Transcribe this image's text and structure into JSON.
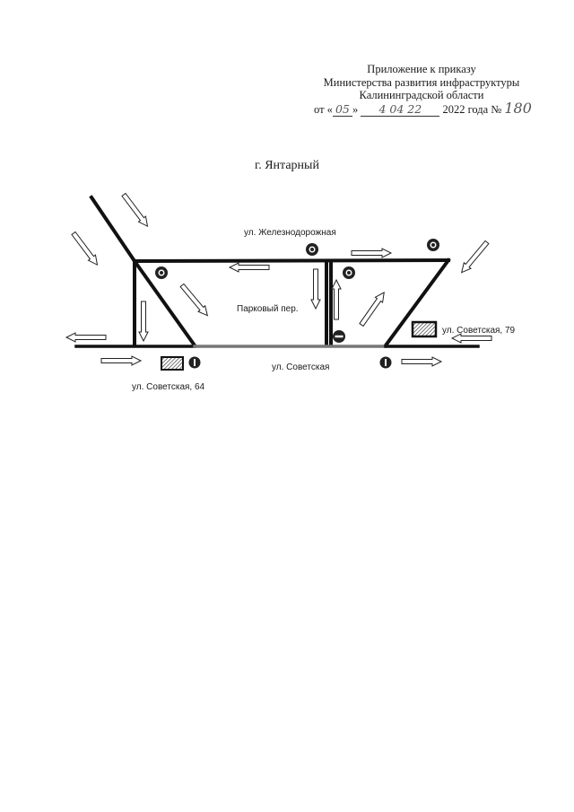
{
  "header": {
    "line1": "Приложение к приказу",
    "line2": "Министерства развития инфраструктуры",
    "line3": "Калининградской области",
    "order": {
      "prefix": "от «",
      "day": "05",
      "mid": "»",
      "month": "4 04 22",
      "year_text": "2022 года №",
      "number": "180"
    }
  },
  "title": "г. Янтарный",
  "labels": {
    "railway": "ул. Железнодорожная",
    "park": "Парковый пер.",
    "sovetskaya": "ул. Советская",
    "sovetskaya64": "ул. Советская, 64",
    "sovetskaya79": "ул. Советская, 79"
  },
  "icons": {
    "traffic_light": "traffic-light-icon",
    "no_entry": "no-entry-sign-icon",
    "pedestrian_crossing": "pedestrian-crossing-icon",
    "building": "building-icon",
    "direction_arrow": "direction-arrow-icon"
  }
}
